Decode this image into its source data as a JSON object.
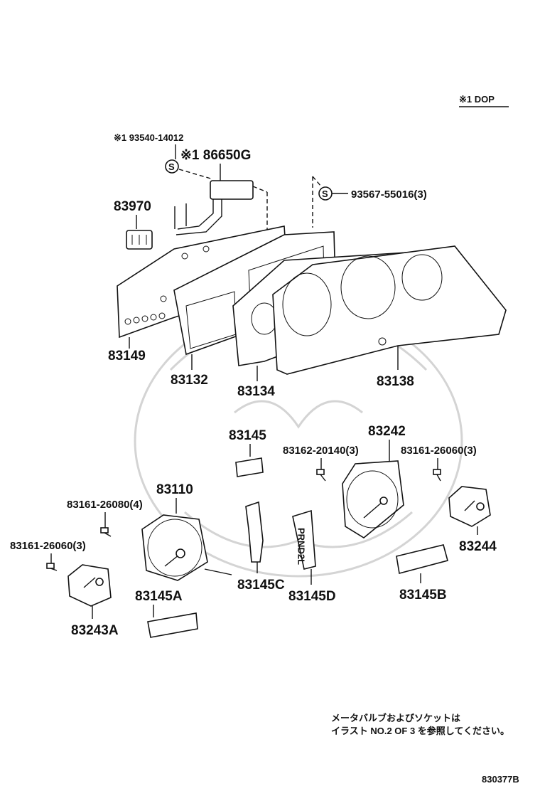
{
  "header": {
    "dop_marker": "※1 DOP"
  },
  "labels": {
    "p93540": "※1 93540-14012",
    "p86650G": "※1 86650G",
    "p93567": "93567-55016(3)",
    "p83970": "83970",
    "p83149": "83149",
    "p83132": "83132",
    "p83134": "83134",
    "p83138": "83138",
    "p83145": "83145",
    "p83242": "83242",
    "p83162": "83162-20140(3)",
    "p83161b": "83161-26060(3)",
    "p83110": "83110",
    "p83161a": "83161-26080(4)",
    "p83161c": "83161-26060(3)",
    "p83244": "83244",
    "p83145C": "83145C",
    "p83145D": "83145D",
    "p83145A": "83145A",
    "p83145B": "83145B",
    "p83243A": "83243A"
  },
  "symbols": {
    "screw_mark": "S"
  },
  "shift_letters": "PRND2L",
  "notes": {
    "line1": "メータバルブおよびソケットは",
    "line2": "イラスト NO.2 OF 3 を参照してください。"
  },
  "figure_id": "830377B"
}
